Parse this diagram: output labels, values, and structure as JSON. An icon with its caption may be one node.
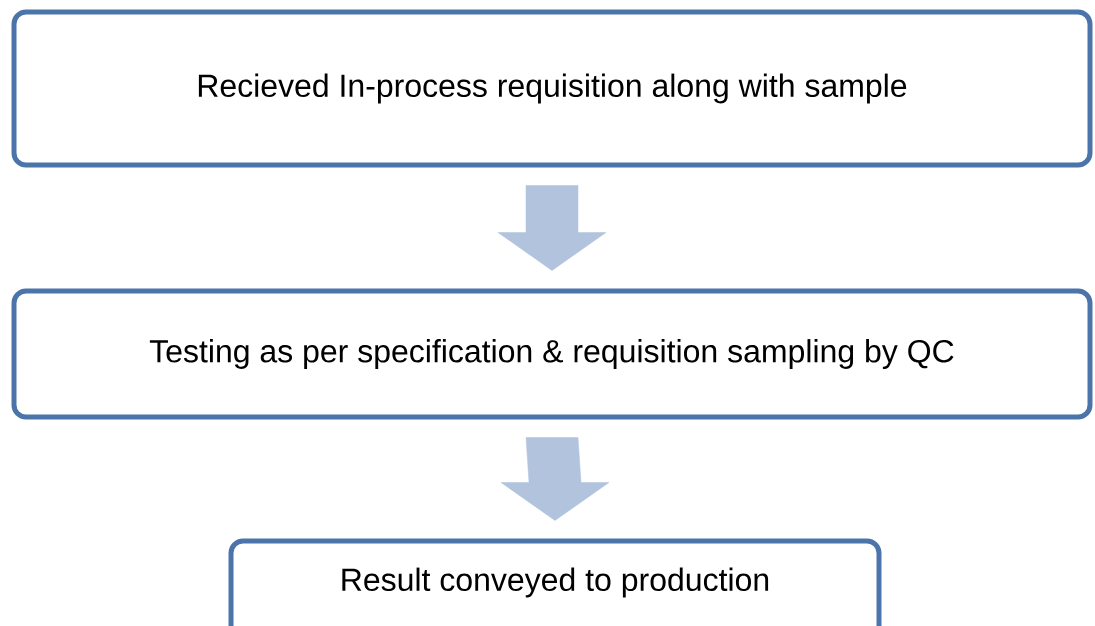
{
  "diagram": {
    "nodes": [
      {
        "text": [
          "Recieved In-process requisition along with sample"
        ]
      },
      {
        "text": [
          "Testing as per specification & requisition sampling by QC"
        ]
      },
      {
        "text": [
          "Result conveyed to production"
        ]
      }
    ],
    "edges": [
      {
        "from": 0,
        "to": 1,
        "arrow": "to"
      },
      {
        "from": 1,
        "to": 2,
        "arrow": "to"
      }
    ]
  }
}
